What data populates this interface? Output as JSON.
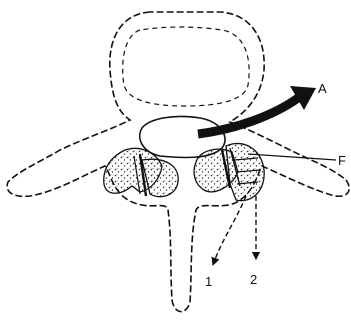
{
  "diagram": {
    "labels": {
      "arrow_a": "A",
      "pointer_f": "F",
      "arrow_1": "1",
      "arrow_2": "2"
    },
    "colors": {
      "ink": "#111111",
      "paper": "#ffffff",
      "stipple": "#333333"
    }
  }
}
